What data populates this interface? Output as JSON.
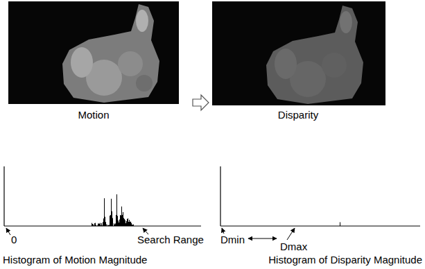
{
  "diagram": {
    "labels": [
      "Motion",
      "Disparity",
      "0",
      "Search Range",
      "Histogram of Motion Magnitude",
      "Dmin",
      "Dmax",
      "Histogram of Disparity Magnitude"
    ]
  }
}
